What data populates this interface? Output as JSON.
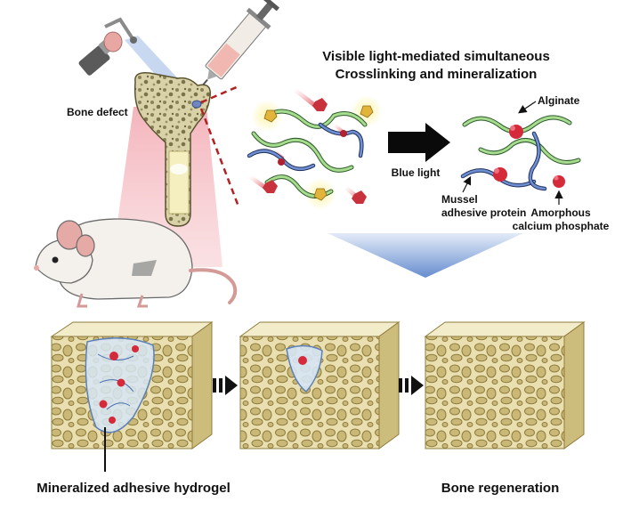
{
  "title": {
    "line1": "Visible light-mediated simultaneous",
    "line2": "Crosslinking and mineralization"
  },
  "labels": {
    "bone_defect": "Bone defect",
    "blue_light": "Blue light",
    "alginate": "Alginate",
    "mussel_line1": "Mussel",
    "mussel_line2": "adhesive protein",
    "acp_line1": "Amorphous",
    "acp_line2": "calcium phosphate",
    "mineralized_hydrogel": "Mineralized adhesive hydrogel",
    "bone_regeneration": "Bone regeneration"
  },
  "colors": {
    "alginate_chain": "#9fd58a",
    "mussel_chain": "#4a6fb0",
    "calcium_phosphate": "#d42a3a",
    "bone": "#e8dcaa",
    "light_cone": "#e8a0a8",
    "blue_light": "#7aa0dc"
  }
}
